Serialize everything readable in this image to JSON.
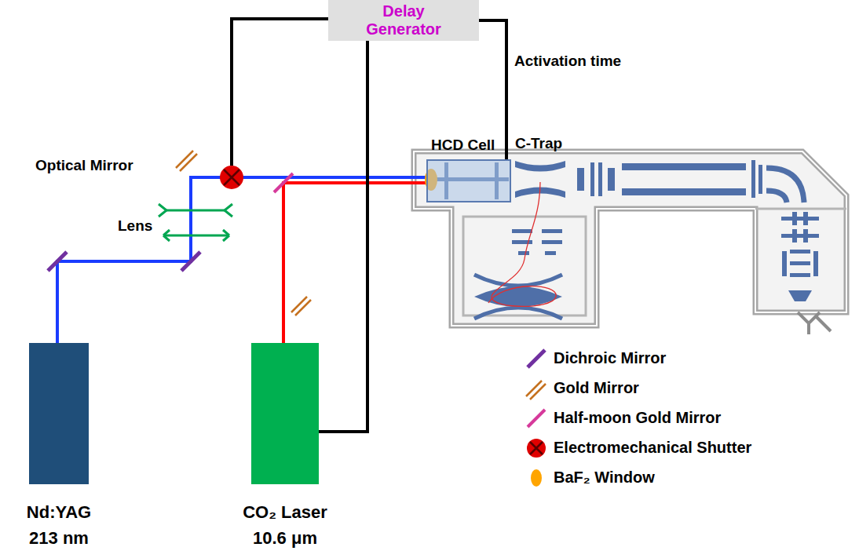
{
  "diagram": {
    "nodes": [
      {
        "text": [
          "Delay Generator"
        ]
      },
      {
        "text": [
          "HCD Cell"
        ]
      },
      {
        "text": [
          "Nd:YAG",
          "213 nm"
        ]
      },
      {
        "text": [
          "CO₂ Laser",
          "10.6 μm"
        ]
      }
    ],
    "edges": [
      {
        "from": 0,
        "to": 3,
        "arrow": "none"
      },
      {
        "from": 0,
        "to": 1,
        "label": "Activation time",
        "arrow": "none"
      }
    ],
    "labels": [
      "Optical Mirror",
      "Lens",
      "C-Trap"
    ],
    "legend": [
      {
        "text": "Dichroic Mirror"
      },
      {
        "text": "Gold Mirror"
      },
      {
        "text": "Half-moon Gold Mirror"
      },
      {
        "text": "Electromechanical Shutter"
      },
      {
        "text": "BaF₂ Window"
      }
    ]
  }
}
